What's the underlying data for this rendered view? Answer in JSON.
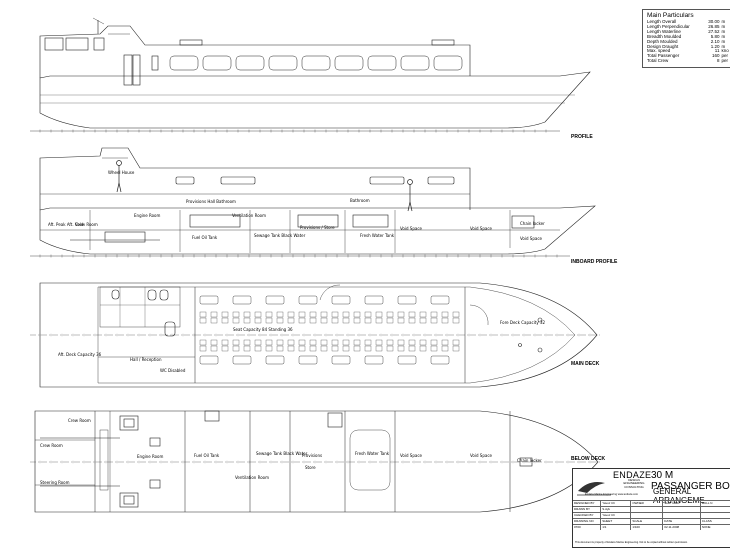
{
  "main_particulars": {
    "title": "Main Particulars",
    "rows": [
      {
        "label": "Length Overall",
        "value": "30.00",
        "unit": "m"
      },
      {
        "label": "Length Perpendicular",
        "value": "26.85",
        "unit": "m"
      },
      {
        "label": "Length Waterline",
        "value": "27.52",
        "unit": "m"
      },
      {
        "label": "Breadth Moulded",
        "value": "5.80",
        "unit": "m"
      },
      {
        "label": "Depth Moulded",
        "value": "2.10",
        "unit": "m"
      },
      {
        "label": "Design Draught",
        "value": "1.20",
        "unit": "m"
      },
      {
        "label": "Max. speed",
        "value": "11",
        "unit": "kno"
      },
      {
        "label": "Total Passenger",
        "value": "160",
        "unit": "per"
      },
      {
        "label": "Total Crew",
        "value": "8",
        "unit": "per"
      }
    ]
  },
  "views": {
    "profile": "PROFILE",
    "inboard": "INBOARD PROFILE",
    "main_deck": "MAIN DECK",
    "below_deck": "BELOW DECK"
  },
  "inboard_labels": {
    "wheel_house": "Wheel House",
    "bathroom": "Bathroom",
    "provisions_hall": "Provisions Hall Bathroom",
    "engine_room": "Engine Room",
    "ventilation_room": "Ventilation Room",
    "fuel_oil_tank": "Fuel Oil Tank",
    "sewage_tank": "Sewage Tank Black Water",
    "provisions_store": "Provisions / Store",
    "fresh_water_tank": "Fresh Water Tank",
    "void_space_1": "Void Space",
    "void_space_2": "Void Space",
    "void_space_3": "Void Space",
    "chain_locker": "Chain locker",
    "aft_peak": "Aft. Peak Aft. Void",
    "crew_room": "Crew Room"
  },
  "deck_labels": {
    "aft_deck": "Aft. Deck Capacity 36",
    "hall_reception": "Hall / Reception",
    "seat_capacity": "Seat Capacity 84 Standing 36",
    "fore_deck": "Fore Deck Capacity 32",
    "wc_disabled": "WC Disabled",
    "crew_room_1": "Crew Room",
    "crew_room_2": "Crew Room",
    "steering_room": "Steering Room",
    "engine_room": "Engine Room",
    "fuel_oil_tank": "Fuel Oil Tank",
    "sewage_tank": "Sewage Tank Black Water",
    "ventilation_room": "Ventilation Room",
    "provisions": "Provisions",
    "store": "Store",
    "fresh_water_tank": "Fresh Water Tank",
    "void_space_1": "Void Space",
    "void_space_2": "Void Space",
    "chain_locker": "Chain locker"
  },
  "title_block": {
    "company": "ENDAZE",
    "company_sub": "DESIGN ENGINEERING CONSULTING",
    "project": "30 M PASSANGER BO",
    "drawing": "GENERAL ARRANGEME",
    "contact": "Endaze Marine Engineering  www.endaze.com",
    "rows": [
      [
        "DESIGNED BY",
        "Yavuz Ch",
        "OWNER",
        "SHIPYARD",
        "HULL N"
      ],
      [
        "DRAWN BY",
        "S.Ayk",
        "",
        "",
        ""
      ],
      [
        "CHECKED BY",
        "Yavuz Ch",
        "",
        "",
        ""
      ],
      [
        "DRAWING NO",
        "SHEET",
        "SCALE",
        "DATE",
        "CLASS"
      ],
      [
        "0700",
        "1/1",
        "1/100",
        "02.11.2008",
        "NONE"
      ]
    ],
    "note": "This document is property of Endaze Marine Engineering. Not to be copied without written permission."
  }
}
